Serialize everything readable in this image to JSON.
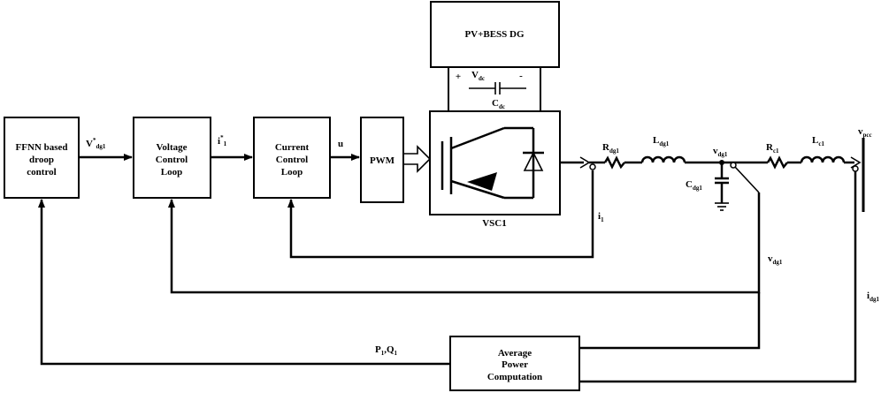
{
  "blocks": {
    "ffnn": [
      "FFNN based",
      "droop",
      "control"
    ],
    "voltage": [
      "Voltage",
      "Control",
      "Loop"
    ],
    "current": [
      "Current",
      "Control",
      "Loop"
    ],
    "pwm": "PWM",
    "pv": "PV+BESS DG",
    "vsc": "VSC1",
    "avg": [
      "Average",
      "Power",
      "Computation"
    ]
  },
  "dc_link": {
    "plus": "+",
    "minus": "-",
    "vdc_main": "V",
    "vdc_sub": "dc",
    "cdc_main": "C",
    "cdc_sub": "dc"
  },
  "signals": {
    "vref_main": "V",
    "vref_sup": "*",
    "vref_sub": "dg1",
    "iref_main": "i",
    "iref_sup": "*",
    "iref_sub": "1",
    "u": "u",
    "i1_main": "i",
    "i1_sub": "1",
    "vdg1_main": "v",
    "vdg1_sub": "dg1",
    "idg1_main": "i",
    "idg1_sub": "dg1",
    "pq": "P",
    "pq_sub1": "1",
    "pq_mid": ",Q",
    "pq_sub2": "1"
  },
  "components": {
    "rdg1_main": "R",
    "rdg1_sub": "dg1",
    "ldg1_main": "L",
    "ldg1_sub": "dg1",
    "vnode_main": "v",
    "vnode_sub": "dg1",
    "cdg1_main": "C",
    "cdg1_sub": "dg1",
    "rc1_main": "R",
    "rc1_sub": "c1",
    "lc1_main": "L",
    "lc1_sub": "c1",
    "vpcc_main": "v",
    "vpcc_sub": "pcc"
  }
}
